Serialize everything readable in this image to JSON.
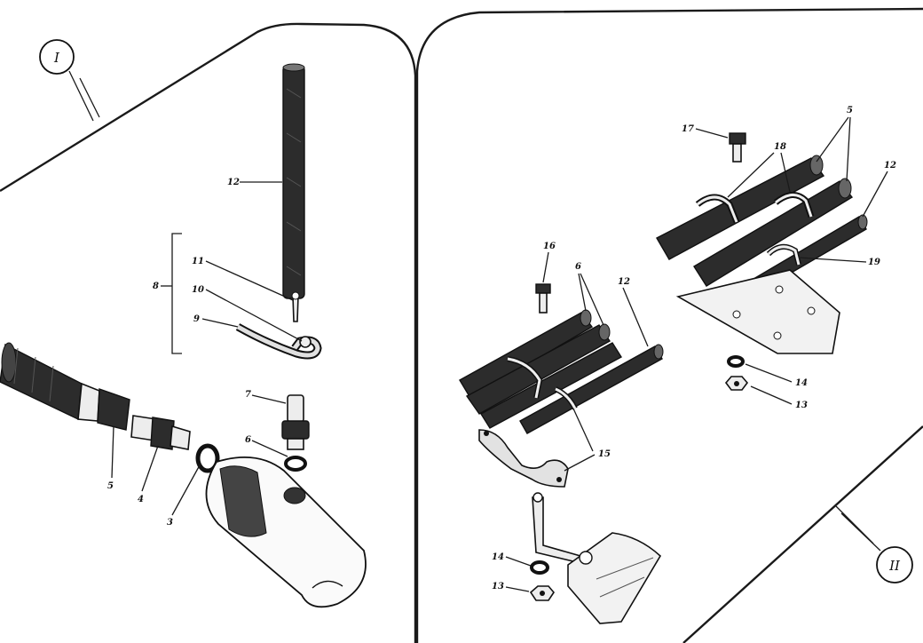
{
  "views": {
    "left": {
      "marker": "I"
    },
    "right": {
      "marker": "II"
    }
  },
  "callouts": {
    "left": {
      "n12": "12",
      "n8": "8",
      "n11": "11",
      "n10": "10",
      "n9": "9",
      "n7": "7",
      "n6": "6",
      "n5": "5",
      "n4": "4",
      "n3": "3"
    },
    "right_mid": {
      "n16": "16",
      "n6": "6",
      "n12": "12",
      "n15": "15",
      "n14": "14",
      "n13": "13"
    },
    "right_top": {
      "n17": "17",
      "n18": "18",
      "n5": "5",
      "n12": "12",
      "n19": "19",
      "n14": "14",
      "n13": "13"
    }
  }
}
